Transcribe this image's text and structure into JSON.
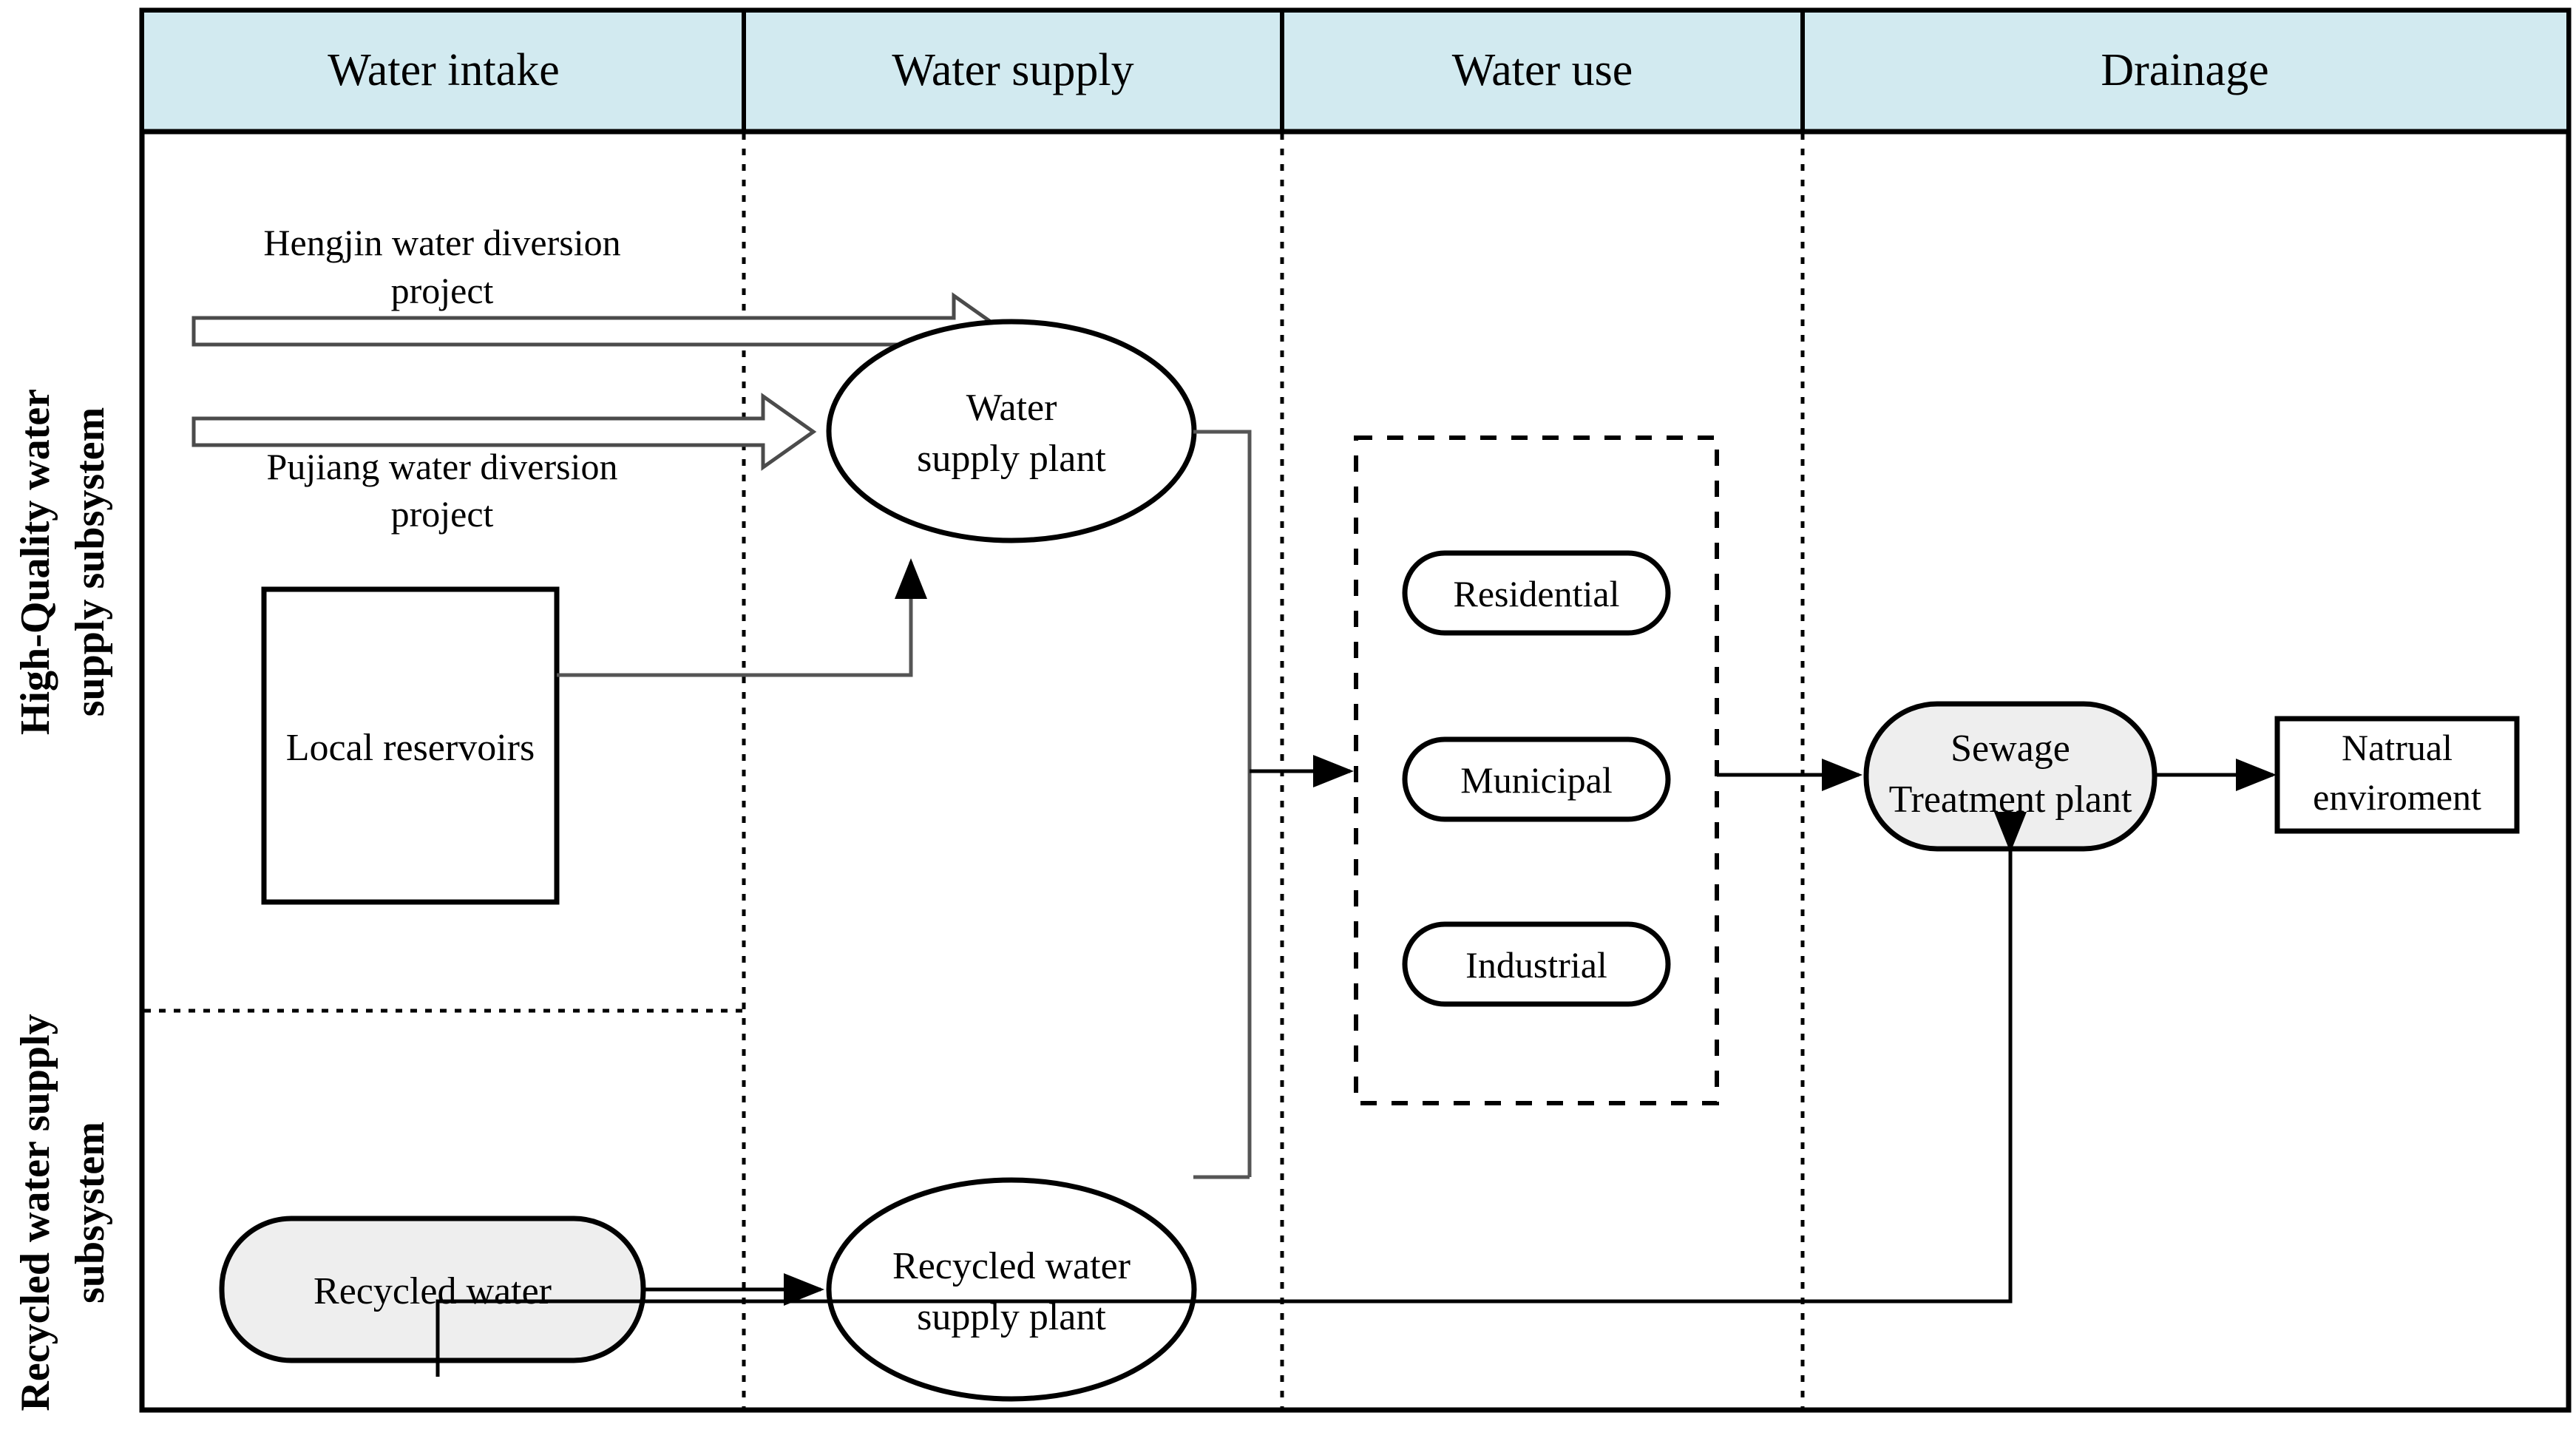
{
  "diagram": {
    "title": "Urban water supply system flow diagram",
    "colors": {
      "header_fill": "#d2eaf0",
      "node_gray_fill": "#eeeeee",
      "node_white_fill": "#ffffff",
      "stroke": "#000000",
      "connector": "#555555"
    },
    "columns": [
      {
        "id": "water-intake",
        "label": "Water intake"
      },
      {
        "id": "water-supply",
        "label": "Water supply"
      },
      {
        "id": "water-use",
        "label": "Water use"
      },
      {
        "id": "drainage",
        "label": "Drainage"
      }
    ],
    "row_labels": [
      {
        "id": "high-quality",
        "line1": "High-Quality water",
        "line2": "supply subsystem"
      },
      {
        "id": "recycled",
        "line1": "Recycled water supply",
        "line2": "subsystem"
      }
    ],
    "inflow_arrows": [
      {
        "id": "hengjin",
        "line1": "Hengjin water diversion",
        "line2": "project",
        "label_position": "above"
      },
      {
        "id": "pujiang",
        "line1": "Pujiang water diversion",
        "line2": "project",
        "label_position": "below"
      }
    ],
    "nodes": [
      {
        "id": "water-supply-plant",
        "shape": "ellipse",
        "fill": "white",
        "line1": "Water",
        "line2": "supply plant"
      },
      {
        "id": "local-reservoirs",
        "shape": "rectangle",
        "fill": "white",
        "line1": "Local reservoirs",
        "line2": ""
      },
      {
        "id": "recycled-water",
        "shape": "rounded",
        "fill": "gray",
        "line1": "Recycled water",
        "line2": ""
      },
      {
        "id": "recycled-water-supply-plant",
        "shape": "ellipse",
        "fill": "white",
        "line1": "Recycled water",
        "line2": "supply plant"
      },
      {
        "id": "sewage-treatment-plant",
        "shape": "rounded",
        "fill": "gray",
        "line1": "Sewage",
        "line2": "Treatment plant"
      },
      {
        "id": "natural-environment",
        "shape": "rectangle",
        "fill": "white",
        "line1": "Natrual",
        "line2": "enviroment"
      }
    ],
    "water_use_group": {
      "id": "water-use-group",
      "style": "dashed",
      "items": [
        {
          "id": "residential",
          "label": "Residential"
        },
        {
          "id": "municipal",
          "label": "Municipal"
        },
        {
          "id": "industrial",
          "label": "Industrial"
        }
      ]
    }
  },
  "header": {
    "c0": "Water intake",
    "c1": "Water supply",
    "c2": "Water use",
    "c3": "Drainage"
  },
  "side": {
    "hq1": "High-Quality water",
    "hq2": "supply subsystem",
    "rc1": "Recycled water supply",
    "rc2": "subsystem"
  },
  "arrows": {
    "a1l1": "Hengjin water diversion",
    "a1l2": "project",
    "a2l1": "Pujiang water diversion",
    "a2l2": "project"
  },
  "nodes": {
    "wsp1": "Water",
    "wsp2": "supply plant",
    "res": "Local reservoirs",
    "rw": "Recycled water",
    "rwsp1": "Recycled water",
    "rwsp2": "supply plant",
    "stp1": "Sewage",
    "stp2": "Treatment plant",
    "ne1": "Natrual",
    "ne2": "enviroment",
    "use1": "Residential",
    "use2": "Municipal",
    "use3": "Industrial"
  }
}
